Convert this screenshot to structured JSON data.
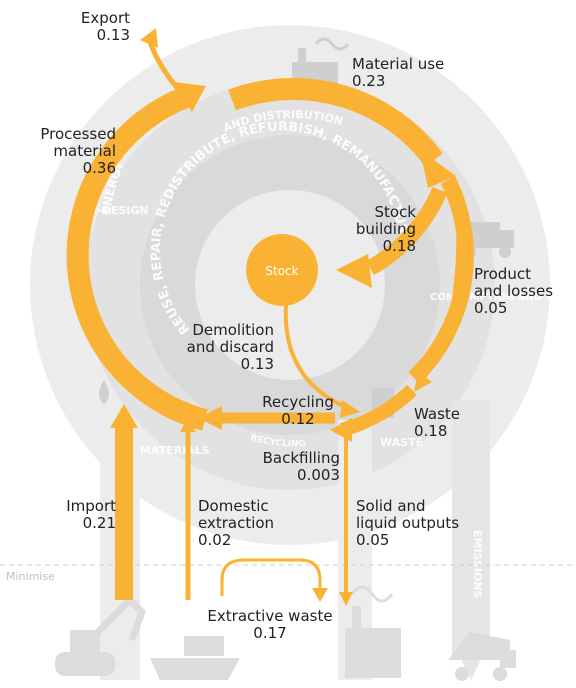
{
  "colors": {
    "flow": "#f9b233",
    "ring_outer": "#ececec",
    "ring_mid": "#e2e2e2",
    "ring_inner": "#d9d9d9",
    "icon_gray": "#c8c8c8",
    "text": "#222222"
  },
  "ring_labels": {
    "energy": "ENERGY",
    "distribution": "AND DISTRIBUTION",
    "eco_design": "ECO-DESIGN",
    "inner_arc": "REUSE, REPAIR, REDISTRIBUTE, REFURBISH, REMANUFACTURE",
    "consumption": "CONSUMPTION AND STOCK",
    "materials": "MATERIALS",
    "recycling": "RECYCLING",
    "waste": "WASTE",
    "emissions": "EMISSIONS"
  },
  "stock_label": "Stock",
  "minimise_label": "Minimise",
  "flows": {
    "export": {
      "line1": "Export",
      "value": "0.13"
    },
    "material_use": {
      "line1": "Material use",
      "value": "0.23"
    },
    "processed_material": {
      "line1": "Processed",
      "line2": "material",
      "value": "0.36"
    },
    "stock_building": {
      "line1": "Stock",
      "line2": "building",
      "value": "0.18"
    },
    "product_losses": {
      "line1": "Product",
      "line2": "and losses",
      "value": "0.05"
    },
    "demolition": {
      "line1": "Demolition",
      "line2": "and discard",
      "value": "0.13"
    },
    "recycling": {
      "line1": "Recycling",
      "value": "0.12"
    },
    "waste": {
      "line1": "Waste",
      "value": "0.18"
    },
    "backfilling": {
      "line1": "Backfilling",
      "value": "0.003"
    },
    "import": {
      "line1": "Import",
      "value": "0.21"
    },
    "domestic_extraction": {
      "line1": "Domestic",
      "line2": "extraction",
      "value": "0.02"
    },
    "solid_liquid": {
      "line1": "Solid and",
      "line2": "liquid outputs",
      "value": "0.05"
    },
    "extractive_waste": {
      "line1": "Extractive waste",
      "value": "0.17"
    }
  },
  "icons": [
    "factory-icon",
    "truck-icon",
    "water-drop-icon",
    "ore-icon",
    "recycle-bin-icon",
    "excavator-icon",
    "ship-icon",
    "factory-emissions-icon",
    "dump-truck-icon"
  ]
}
